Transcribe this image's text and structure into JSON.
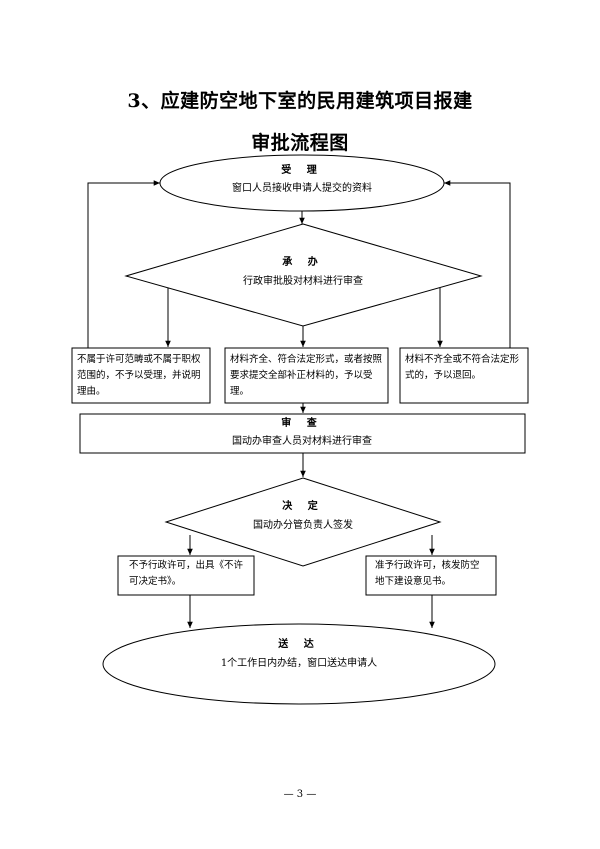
{
  "title": {
    "line1": "3、应建防空地下室的民用建筑项目报建",
    "line2": "审批流程图"
  },
  "nodes": {
    "accept": {
      "title": "受  理",
      "desc": "窗口人员接收申请人提交的资料"
    },
    "undertake": {
      "title": "承  办",
      "desc": "行政审批股对材料进行审查"
    },
    "not_in_scope": {
      "text": "不属于许可范畴或不属于职权范围的，不予以受理，并说明理由。"
    },
    "complete": {
      "text": "材料齐全、符合法定形式，或者按照要求提交全部补正材料的，予以受理。"
    },
    "incomplete": {
      "text": "材料不齐全或不符合法定形式的，予以退回。"
    },
    "review": {
      "title": "审  查",
      "desc": "国动办审查人员对材料进行审查"
    },
    "decide": {
      "title": "决  定",
      "desc": "国动办分管负责人签发"
    },
    "deny": {
      "text": "不予行政许可，出具《不许可决定书》。"
    },
    "approve": {
      "text": "准予行政许可，核发防空地下建设意见书。"
    },
    "deliver": {
      "title": "送  达",
      "desc": "1个工作日内办结，窗口送达申请人"
    }
  },
  "footer": {
    "page": "— 3 —"
  }
}
